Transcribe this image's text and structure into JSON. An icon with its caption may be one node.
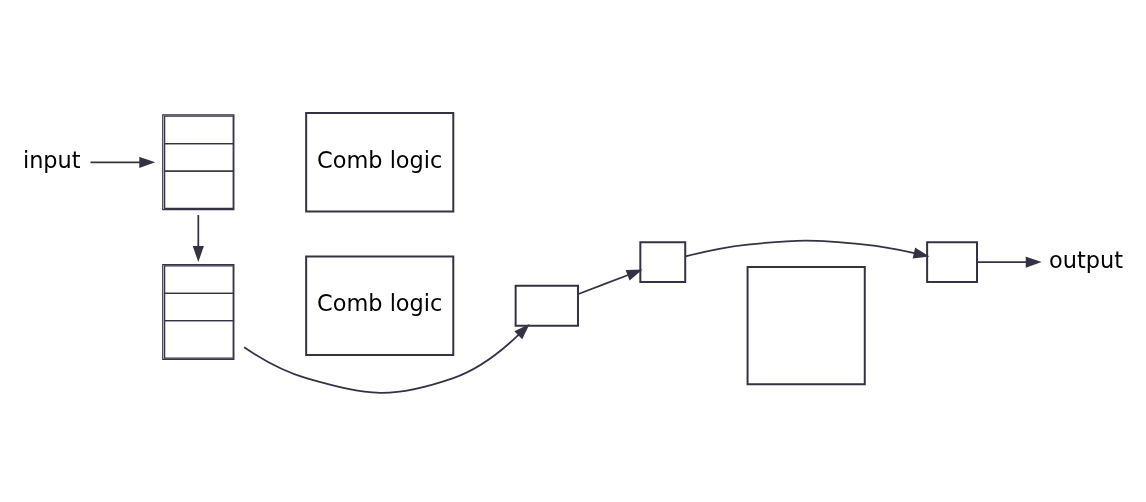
{
  "diagram": {
    "nodes": [
      {
        "text": [],
        "shape": "box"
      },
      {
        "text": [
          "Comb logic"
        ]
      },
      {
        "text": [],
        "shape": "box"
      },
      {
        "text": [
          "output"
        ]
      },
      {
        "text": [],
        "shape": "box"
      },
      {
        "text": [],
        "shape": "box"
      },
      {
        "text": [],
        "shape": "box"
      },
      {
        "text": [
          "Comb logic"
        ]
      },
      {
        "text": [],
        "shape": "box"
      },
      {
        "text": [
          "input"
        ]
      }
    ],
    "edges": [
      {
        "from": 9,
        "to": 6,
        "arrow": "to"
      },
      {
        "from": 6,
        "to": 0,
        "arrow": "to"
      },
      {
        "from": 0,
        "to": 2,
        "arrow": "to"
      },
      {
        "from": 2,
        "to": 8,
        "arrow": "to"
      },
      {
        "from": 8,
        "to": 4,
        "arrow": "to"
      },
      {
        "from": 4,
        "to": 3,
        "arrow": "to"
      }
    ]
  }
}
